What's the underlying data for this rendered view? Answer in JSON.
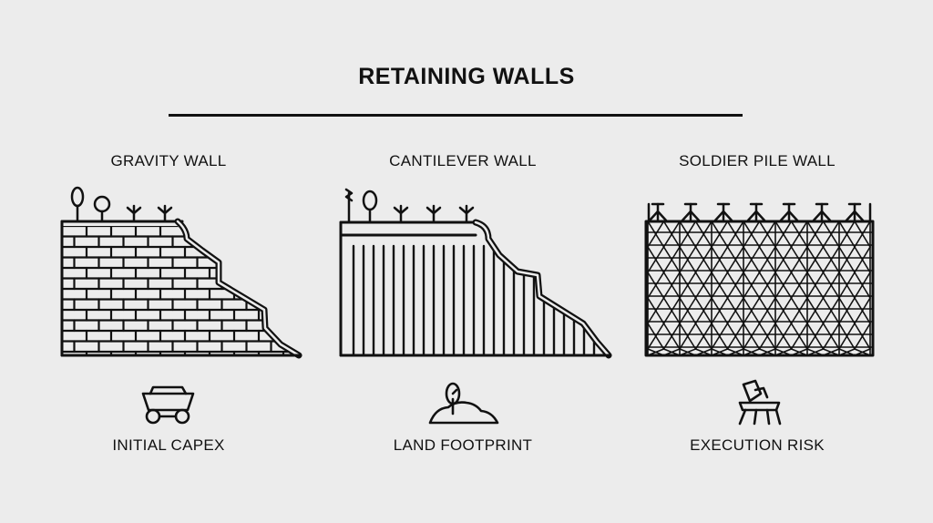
{
  "title": "RETAINING WALLS",
  "walls": [
    {
      "label": "GRAVITY WALL",
      "icon": "gravity-wall-illustration"
    },
    {
      "label": "CANTILEVER WALL",
      "icon": "cantilever-wall-illustration"
    },
    {
      "label": "SOLDIER PILE WALL",
      "icon": "soldier-pile-wall-illustration"
    }
  ],
  "metrics": [
    {
      "label": "INITIAL CAPEX",
      "icon": "mining-cart-icon"
    },
    {
      "label": "LAND FOOTPRINT",
      "icon": "land-tree-icon"
    },
    {
      "label": "EXECUTION RISK",
      "icon": "drill-rig-icon"
    }
  ],
  "colors": {
    "background": "#ececec",
    "line": "#111111"
  }
}
